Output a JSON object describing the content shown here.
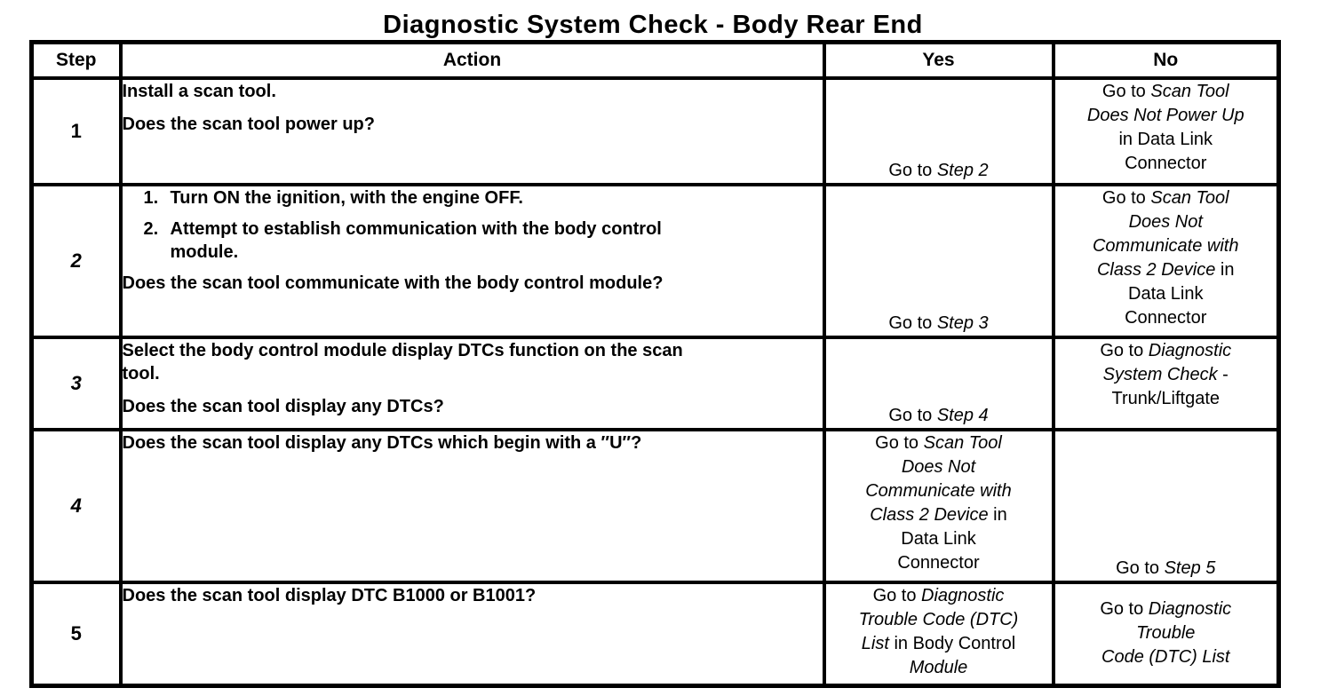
{
  "title": "Diagnostic System Check - Body Rear End",
  "colors": {
    "ink": "#000000",
    "paper": "#ffffff"
  },
  "table": {
    "headers": {
      "step": "Step",
      "action": "Action",
      "yes": "Yes",
      "no": "No"
    },
    "rows": [
      {
        "step": "1",
        "action": [
          {
            "kind": "text",
            "text": "Install a scan tool."
          },
          {
            "kind": "text",
            "text": "Does the scan tool power up?"
          }
        ],
        "yes": {
          "lines": [
            [
              {
                "t": "Go to "
              },
              {
                "t": "Step 2",
                "i": 1
              }
            ]
          ]
        },
        "no": {
          "lines": [
            [
              {
                "t": "Go to "
              },
              {
                "t": "Scan Tool",
                "i": 1
              }
            ],
            [
              {
                "t": "Does Not Power Up",
                "i": 1
              }
            ],
            [
              {
                "t": "in Data Link"
              }
            ],
            [
              {
                "t": "Connector"
              }
            ]
          ]
        }
      },
      {
        "step": "2",
        "action": [
          {
            "kind": "list",
            "items": [
              "Turn ON the ignition, with the engine OFF.",
              "Attempt to establish communication with the body control module."
            ]
          },
          {
            "kind": "text",
            "text": "Does the scan tool communicate with the body control module?"
          }
        ],
        "yes": {
          "lines": [
            [
              {
                "t": "Go to "
              },
              {
                "t": "Step 3",
                "i": 1
              }
            ]
          ]
        },
        "no": {
          "lines": [
            [
              {
                "t": "Go to "
              },
              {
                "t": "Scan Tool",
                "i": 1
              }
            ],
            [
              {
                "t": "Does Not",
                "i": 1
              }
            ],
            [
              {
                "t": "Communicate with",
                "i": 1
              }
            ],
            [
              {
                "t": "Class 2 Device",
                "i": 1
              },
              {
                "t": " in"
              }
            ],
            [
              {
                "t": "Data Link"
              }
            ],
            [
              {
                "t": "Connector"
              }
            ]
          ]
        }
      },
      {
        "step": "3",
        "action": [
          {
            "kind": "text",
            "text": "Select the body control module display DTCs function on the scan tool."
          },
          {
            "kind": "text",
            "text": "Does the scan tool display any DTCs?"
          }
        ],
        "yes": {
          "lines": [
            [
              {
                "t": "Go to "
              },
              {
                "t": "Step 4",
                "i": 1
              }
            ]
          ]
        },
        "no": {
          "lines": [
            [
              {
                "t": "Go to "
              },
              {
                "t": "Diagnostic",
                "i": 1
              }
            ],
            [
              {
                "t": "System Check",
                "i": 1
              },
              {
                "t": " -"
              }
            ],
            [
              {
                "t": "Trunk/Liftgate"
              }
            ]
          ]
        }
      },
      {
        "step": "4",
        "action": [
          {
            "kind": "text",
            "text": "Does the scan tool display any DTCs which begin with a ″U″?"
          }
        ],
        "yes": {
          "lines": [
            [
              {
                "t": "Go to "
              },
              {
                "t": "Scan Tool",
                "i": 1
              }
            ],
            [
              {
                "t": "Does Not",
                "i": 1
              }
            ],
            [
              {
                "t": "Communicate with",
                "i": 1
              }
            ],
            [
              {
                "t": "Class 2 Device",
                "i": 1
              },
              {
                "t": " in"
              }
            ],
            [
              {
                "t": "Data Link"
              }
            ],
            [
              {
                "t": "Connector"
              }
            ]
          ]
        },
        "no": {
          "lines": [
            [
              {
                "t": "Go to "
              },
              {
                "t": "Step 5",
                "i": 1
              }
            ]
          ]
        }
      },
      {
        "step": "5",
        "action": [
          {
            "kind": "text",
            "text": "Does the scan tool display DTC B1000 or B1001?"
          }
        ],
        "yes": {
          "lines": [
            [
              {
                "t": "Go to "
              },
              {
                "t": "Diagnostic",
                "i": 1
              }
            ],
            [
              {
                "t": "Trouble Code (DTC)",
                "i": 1
              }
            ],
            [
              {
                "t": "List",
                "i": 1
              },
              {
                "t": " in Body Control"
              }
            ],
            [
              {
                "t": "Module",
                "i": 1
              }
            ]
          ]
        },
        "no": {
          "lines": [
            [
              {
                "t": "Go to "
              },
              {
                "t": "Diagnostic",
                "i": 1
              }
            ],
            [
              {
                "t": "Trouble",
                "i": 1
              }
            ],
            [
              {
                "t": "Code (DTC) List",
                "i": 1
              }
            ]
          ]
        }
      }
    ]
  }
}
